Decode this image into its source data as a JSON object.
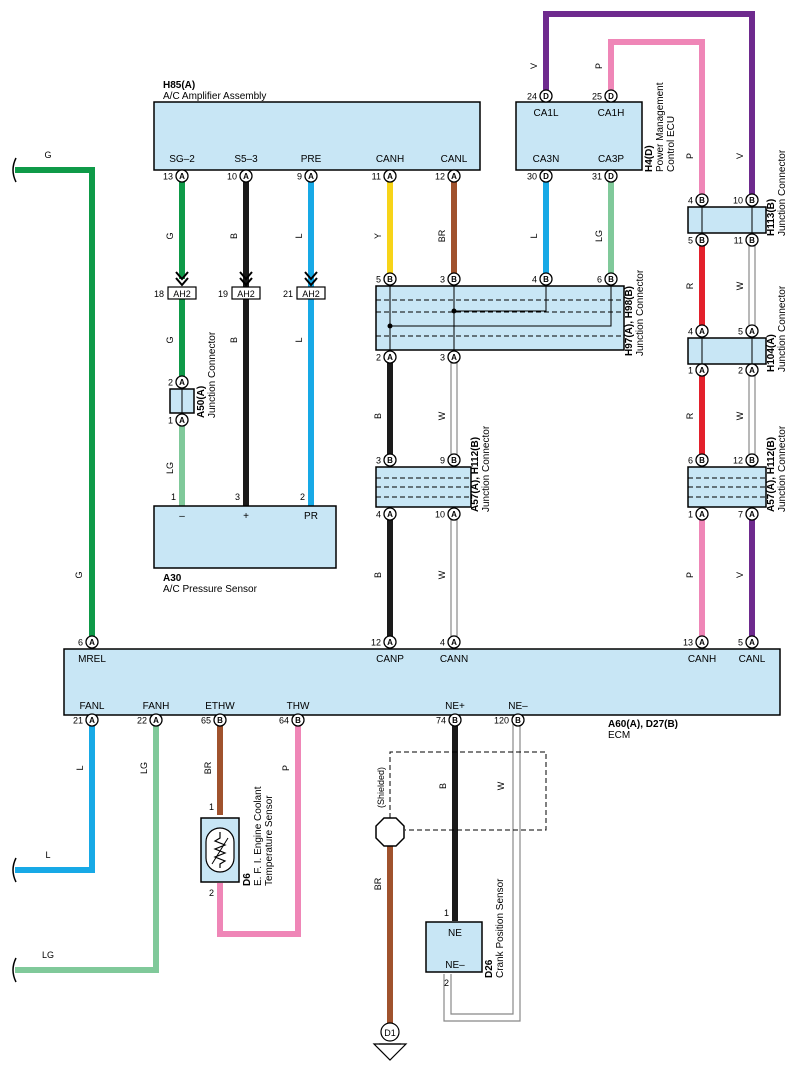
{
  "components": {
    "h85": {
      "code": "H85(A)",
      "name": "A/C Amplifier Assembly",
      "pins": [
        "SG–2",
        "S5–3",
        "PRE",
        "CANH",
        "CANL"
      ]
    },
    "h4": {
      "code": "H4(D)",
      "name1": "Power Management",
      "name2": "Control ECU",
      "pins": [
        "CA1L",
        "CA1H",
        "CA3N",
        "CA3P"
      ]
    },
    "h113": {
      "code": "H113(B)",
      "name": "Junction Connector"
    },
    "h97": {
      "code": "H97(A), H98(B)",
      "name": "Junction Connector"
    },
    "h104": {
      "code": "H104(A)",
      "name": "Junction Connector"
    },
    "a57_left": {
      "code": "A57(A), H112(B)",
      "name": "Junction Connector"
    },
    "a57_right": {
      "code": "A57(A), H112(B)",
      "name": "Junction Connector"
    },
    "a50": {
      "code": "A50(A)",
      "name": "Junction Connector"
    },
    "a30": {
      "code": "A30",
      "name": "A/C Pressure Sensor",
      "pins": [
        "–",
        "+",
        "PR"
      ]
    },
    "ecm": {
      "code": "A60(A), D27(B)",
      "name": "ECM",
      "pins_top": [
        "MREL",
        "CANP",
        "CANN",
        "CANH",
        "CANL"
      ],
      "pins_bottom": [
        "FANL",
        "FANH",
        "ETHW",
        "THW",
        "NE+",
        "NE–"
      ]
    },
    "d6": {
      "code": "D6",
      "name1": "E. F. I.  Engine Coolant",
      "name2": "Temperature Sensor"
    },
    "d26": {
      "code": "D26",
      "name": "Crank Position Sensor",
      "pins": [
        "NE",
        "NE–"
      ]
    },
    "ground": {
      "label": "D1"
    },
    "shielded": {
      "label": "(Shielded)"
    },
    "ah2": {
      "label": "AH2"
    }
  },
  "colors": {
    "G": "#0e9a48",
    "B": "#1a1a1a",
    "L": "#17a9e6",
    "Y": "#f7d418",
    "BR": "#a0522d",
    "LG": "#80c99a",
    "V": "#6e2a8e",
    "P": "#ef86b7",
    "R": "#e3202b",
    "W": "#ffffff"
  },
  "wire_labels": {
    "g_main": "G",
    "g_left": "G",
    "g_a50_top": "G",
    "g_a50_mid": "G",
    "lg_a30": "LG",
    "b_s53": "B",
    "b_ah2": "B",
    "l_pre": "L",
    "l_ah2": "L",
    "y_canh": "Y",
    "br_canl": "BR",
    "l_ca3n": "L",
    "lg_ca3p": "LG",
    "v_ca1l": "V",
    "p_ca1h": "P",
    "p_right": "P",
    "v_right": "V",
    "r_mid1": "R",
    "w_mid1": "W",
    "r_mid2": "R",
    "w_mid2": "W",
    "p_low": "P",
    "v_low": "V",
    "b_canp1": "B",
    "w_cann1": "W",
    "b_canp2": "B",
    "w_cann2": "W",
    "l_fanl": "L",
    "l_left": "L",
    "lg_fanh": "LG",
    "lg_left": "LG",
    "br_ethw": "BR",
    "p_thw": "P",
    "b_ne": "B",
    "w_ne": "W",
    "br_ground": "BR"
  },
  "pins": {
    "h85": [
      "13",
      "10",
      "9",
      "11",
      "12"
    ],
    "h4": [
      "24",
      "25",
      "30",
      "31"
    ],
    "h97_top": [
      "5",
      "3",
      "4",
      "6"
    ],
    "h97_bot": [
      "2",
      "3"
    ],
    "a57l_top": [
      "3",
      "9"
    ],
    "a57l_bot": [
      "4",
      "10"
    ],
    "ah2_num": [
      "18",
      "19",
      "21"
    ],
    "a50": [
      "2",
      "1"
    ],
    "a30": [
      "1",
      "3",
      "2"
    ],
    "h113_top": [
      "4",
      "10"
    ],
    "h113_bot": [
      "5",
      "11"
    ],
    "h104_top": [
      "4",
      "5"
    ],
    "h104_bot": [
      "1",
      "2"
    ],
    "a57r_top": [
      "6",
      "12"
    ],
    "a57r_bot": [
      "1",
      "7"
    ],
    "ecm_top": [
      "6",
      "12",
      "4",
      "13",
      "5"
    ],
    "ecm_bot": [
      "21",
      "22",
      "65",
      "64",
      "74",
      "120"
    ],
    "d6": [
      "1",
      "2"
    ],
    "d26": [
      "1",
      "2"
    ]
  },
  "pin_letters": {
    "A": "A",
    "B": "B",
    "D": "D"
  }
}
